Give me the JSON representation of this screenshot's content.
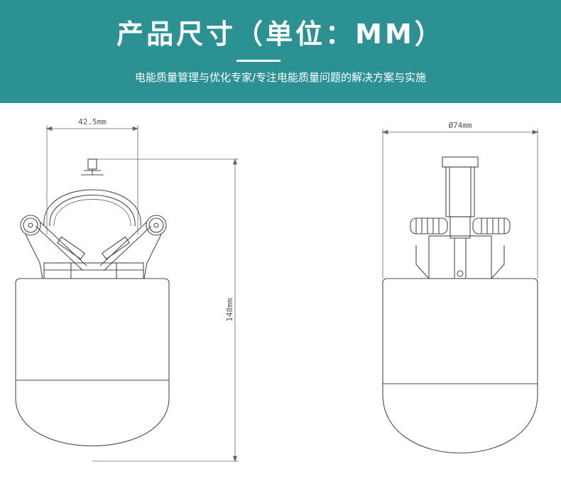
{
  "header": {
    "title": "产品尺寸（单位：MM）",
    "subtitle": "电能质量管理与优化专家/专注电能质量问题的解决方案与实施",
    "background_color": "#2b9193"
  },
  "dimensions": {
    "width_label": "42.5mm",
    "height_label": "148mm",
    "diameter_label": "Ø74mm"
  },
  "views": {
    "front": "front-view-drawing",
    "side": "side-view-drawing"
  }
}
